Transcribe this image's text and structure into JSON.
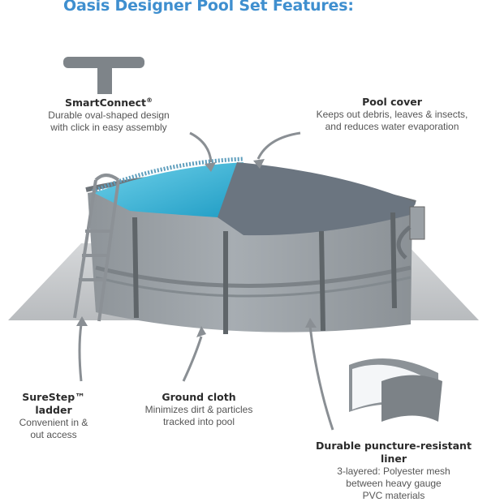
{
  "title": "Oasis Designer Pool Set Features:",
  "features": {
    "smartconnect": {
      "heading": "SmartConnect",
      "mark": "®",
      "lines": [
        "Durable oval-shaped design",
        "with click in easy assembly"
      ]
    },
    "pool_cover": {
      "heading": "Pool cover",
      "lines": [
        "Keeps out debris, leaves & insects,",
        "and reduces water evaporation"
      ]
    },
    "ladder": {
      "heading": "SureStep™ ladder",
      "lines": [
        "Convenient in &",
        "out access"
      ]
    },
    "ground_cloth": {
      "heading": "Ground cloth",
      "lines": [
        "Minimizes dirt & particles",
        "tracked into pool"
      ]
    },
    "liner": {
      "heading": "Durable puncture-resistant liner",
      "lines": [
        "3-layered: Polyester mesh",
        "between heavy gauge",
        "PVC materials"
      ]
    }
  },
  "colors": {
    "title": "#3f8fcf",
    "pool_wall": "#9aa0a5",
    "cover": "#6b7580",
    "water": "#3fb7d8",
    "ground_cloth": "#c9cbcd",
    "arrow": "#8a8f94"
  }
}
